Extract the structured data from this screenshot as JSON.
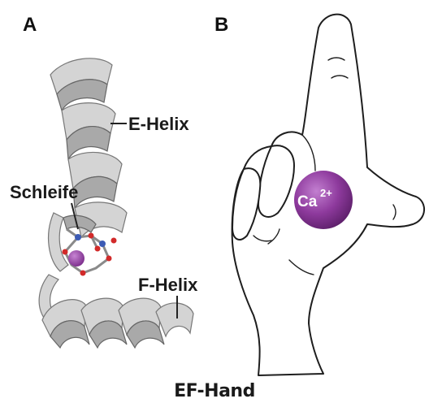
{
  "panel_a": {
    "letter": "A",
    "labels": {
      "e_helix": "E-Helix",
      "loop": "Schleife",
      "f_helix": "F-Helix"
    }
  },
  "panel_b": {
    "letter": "B",
    "ion": {
      "symbol": "Ca",
      "charge": "2+",
      "color": "#8e3a9d"
    }
  },
  "caption": "EF-Hand",
  "colors": {
    "ribbon": "#d4d4d4",
    "ribbon_shadow": "#a9a9a9",
    "calcium": "#8e3a9d",
    "oxygen": "#d22a2a",
    "nitrogen": "#3c5bb5"
  }
}
